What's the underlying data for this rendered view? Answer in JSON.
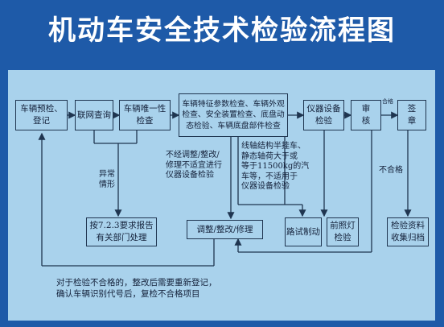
{
  "title": "机动车安全技术检验流程图",
  "boxes": {
    "pre_check": "车辆预检、\n登记",
    "network_query": "联网查询",
    "uniqueness_check": "车辆唯一性\n检查",
    "feature_check": "车辆特征参数检查、车辆外观检查、安全装置检查、底盘动态检验、车辆底盘部件检查",
    "instrument_check": "仪器设备\n检验",
    "review": "审\n核",
    "sign": "签\n章",
    "report_dept": "按7.2.3要求报告\n有关部门处理",
    "adjust": "调整/整改/修理",
    "road_brake": "路试制动",
    "headlight": "前照灯\n检验",
    "archive": "检验资料\n收集归档"
  },
  "notes": {
    "abnormal": "异常\n情形",
    "no_instrument": "不经调整/整改/\n修理不适宜进行\n仪器设备检验",
    "axle_note": "线轴结构半挂车、\n静态轴荷大于或\n等于11500kg的汽\n车等，不适用于\n仪器设备检验",
    "qualified": "合格",
    "unqualified": "不合格",
    "bottom": "对于检验不合格的，整改后需要重新登记，\n确认车辆识别代号后，复检不合格项目"
  },
  "colors": {
    "background": "#1e5aa8",
    "panel": "#a9d2ec",
    "line": "#1f3550",
    "title": "#ffffff"
  }
}
